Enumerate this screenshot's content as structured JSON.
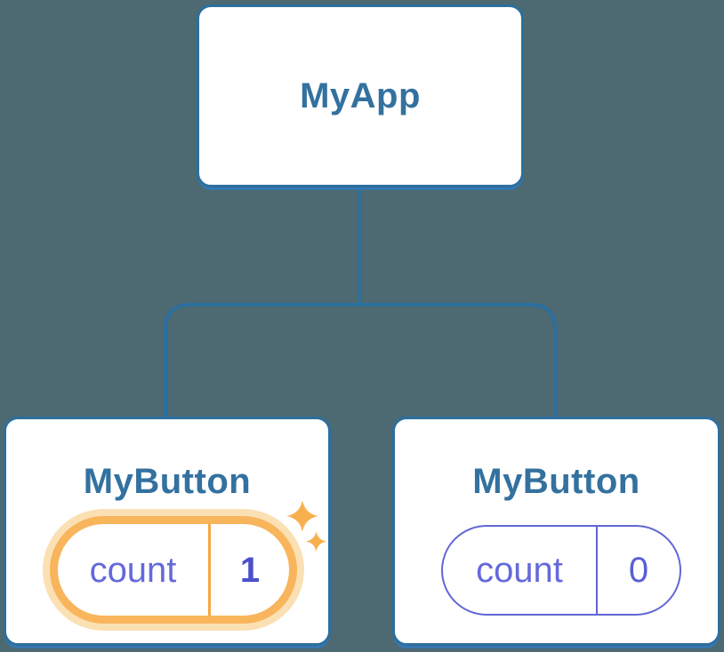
{
  "tree": {
    "root": {
      "label": "MyApp"
    },
    "children": [
      {
        "label": "MyButton",
        "state": {
          "key": "count",
          "value": "1"
        },
        "highlighted": true
      },
      {
        "label": "MyButton",
        "state": {
          "key": "count",
          "value": "0"
        },
        "highlighted": false
      }
    ]
  },
  "icons": {
    "sparkle_large": "sparkle-icon",
    "sparkle_small": "sparkle-icon"
  },
  "colors": {
    "background": "#4d6972",
    "card_fill": "#ffffff",
    "card_border": "#2d6f9e",
    "card_shadow": "#3577ae",
    "connector_line": "#2b6f9f",
    "node_title_text": "#33719f",
    "state_key_text": "#6569da",
    "state_value_highlight_text": "#4c50cb",
    "state_value_default_text": "#5a5ed6",
    "pill_default_border": "#6366d4",
    "pill_highlight_ring": "#f8b55c",
    "pill_highlight_glow": "#fbe0b4",
    "pill_highlight_divider": "#f5a845",
    "sparkle": "#f8b04e"
  }
}
